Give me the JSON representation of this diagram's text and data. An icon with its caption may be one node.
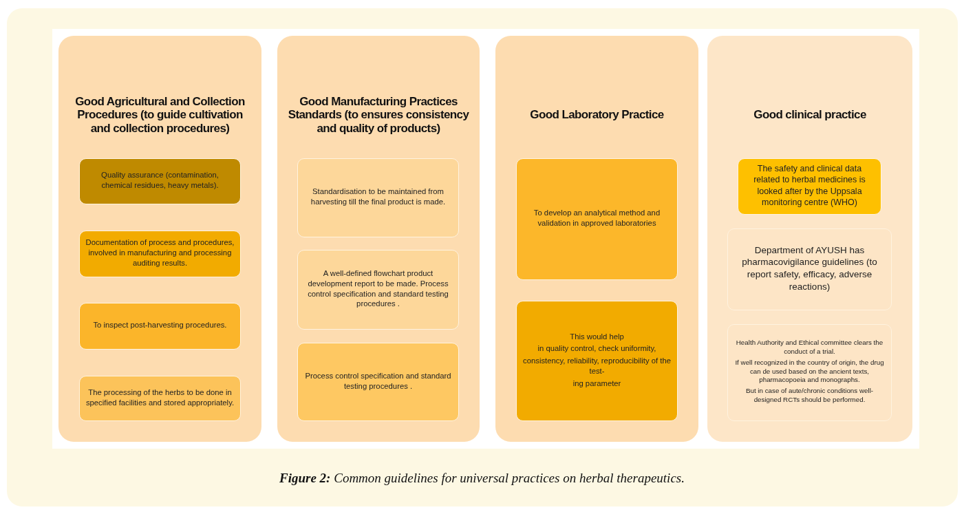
{
  "diagram": {
    "caption": "**Figure 2:** Common guidelines for universal practices on herbal therapeutics.",
    "nodes": [
      {
        "text": [
          "Good Agricultural and Collection Procedures (to guide cultivation and collection procedures)"
        ]
      },
      {
        "text": [
          "Quality assurance (contamination, chemical residues, heavy metals)."
        ],
        "in": 0
      },
      {
        "text": [
          "Documentation of process and procedures, involved in manufacturing and processing auditing results."
        ],
        "in": 0
      },
      {
        "text": [
          "To inspect post-harvesting procedures."
        ],
        "in": 0
      },
      {
        "text": [
          "The processing of the herbs to be done in specified facilities and stored appropriately."
        ],
        "in": 0
      },
      {
        "text": [
          "Good Manufacturing Practices Standards (to ensures consistency and quality of products)"
        ]
      },
      {
        "text": [
          "Standardisation to be maintained from harvesting till the final product is  made."
        ],
        "in": 5
      },
      {
        "text": [
          "A well-defined flowchart product development report to be made. Process control specification and standard testing procedures ."
        ],
        "in": 5
      },
      {
        "text": [
          "Process control specification and standard testing procedures ."
        ],
        "in": 5
      },
      {
        "text": [
          "Good Laboratory Practice"
        ]
      },
      {
        "text": [
          "To develop an analytical method and validation in approved laboratories"
        ],
        "in": 9
      },
      {
        "text": [
          "This would help",
          "in quality control, check uniformity,",
          "consistency, reliability, reproducibility of the test-",
          "ing parameter"
        ],
        "in": 9
      },
      {
        "text": [
          "Good clinical practice"
        ]
      },
      {
        "text": [
          "The safety and clinical data related to herbal medicines is looked after by the Uppsala monitoring centre (WHO)"
        ],
        "in": 12
      },
      {
        "text": [
          "Department of AYUSH has pharmacovigilance guidelines (to report safety, efficacy, adverse reactions)"
        ],
        "in": 12
      },
      {
        "text": [
          "Health Authority and Ethical committee clears the conduct of a trial.",
          "If well recognized in the country of origin, the drug can de used based on the ancient texts, pharmacopoeia and monographs.",
          "But in case of aute/chronic conditions well-designed RCTs should be performed."
        ],
        "in": 12
      }
    ]
  }
}
